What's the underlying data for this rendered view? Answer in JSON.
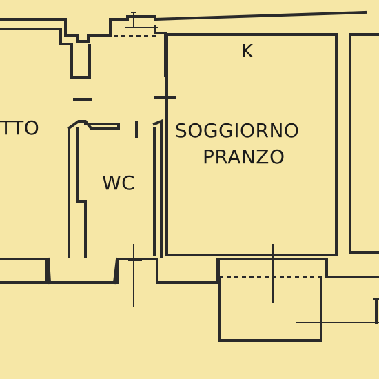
{
  "plan": {
    "background_color": "#f6e7a6",
    "wall_color": "#2a2a2a",
    "rooms": {
      "letto_partial": "TTO",
      "kitchen": "K",
      "living_line1": "SOGGIORNO",
      "living_line2": "PRANZO",
      "bathroom": "WC"
    }
  }
}
